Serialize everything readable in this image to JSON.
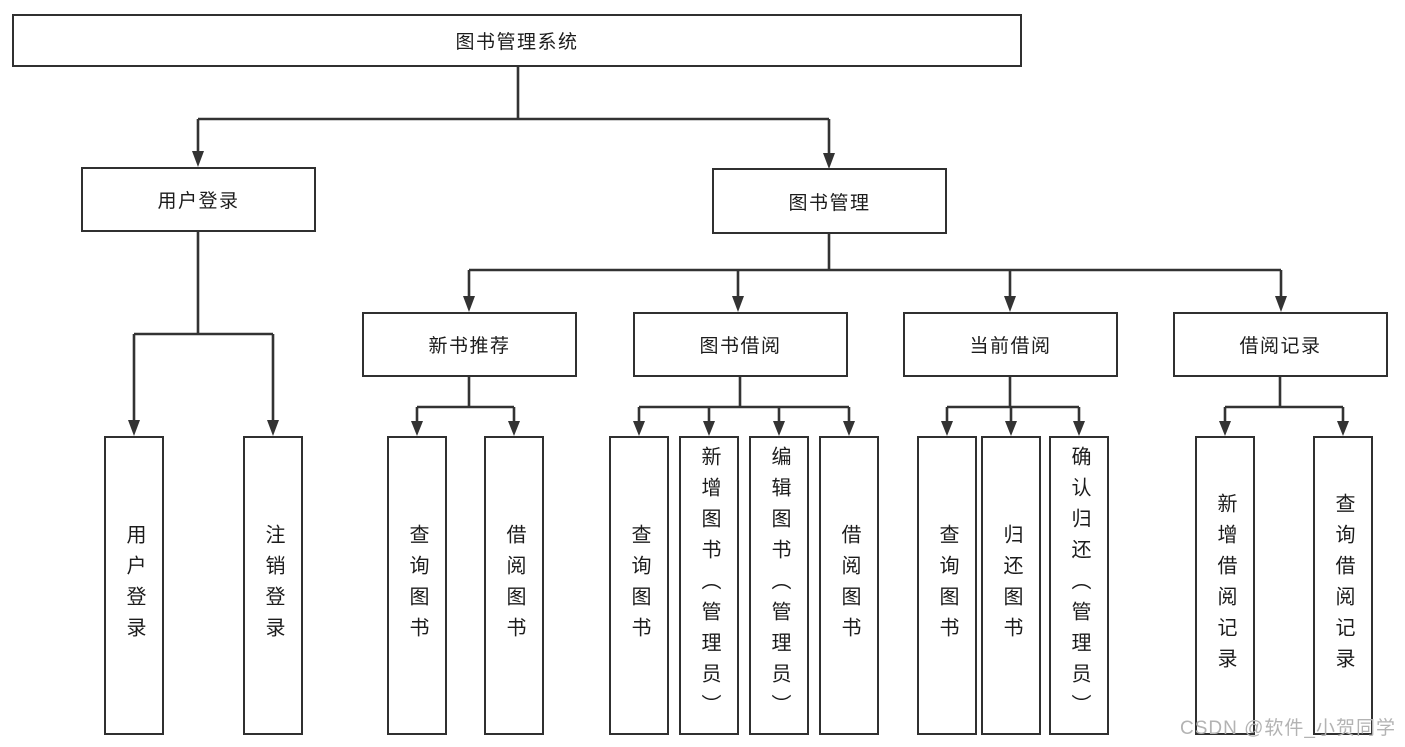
{
  "tree": {
    "label": "图书管理系统",
    "children": [
      {
        "id": "user-login",
        "label": "用户登录",
        "children": [
          {
            "id": "user-login-leaf",
            "label": "用户登录"
          },
          {
            "id": "logout",
            "label": "注销登录"
          }
        ]
      },
      {
        "id": "book-management",
        "label": "图书管理",
        "children": [
          {
            "id": "new-book-recommendation",
            "label": "新书推荐",
            "children": [
              {
                "id": "query-books",
                "label": "查询图书"
              },
              {
                "id": "borrow-books",
                "label": "借阅图书"
              }
            ]
          },
          {
            "id": "book-borrowing",
            "label": "图书借阅",
            "children": [
              {
                "id": "query-books",
                "label": "查询图书"
              },
              {
                "id": "add-books-admin",
                "label": "新增图书（管理员）"
              },
              {
                "id": "edit-books-admin",
                "label": "编辑图书（管理员）"
              },
              {
                "id": "borrow-books",
                "label": "借阅图书"
              }
            ]
          },
          {
            "id": "current-borrowing",
            "label": "当前借阅",
            "children": [
              {
                "id": "query-books",
                "label": "查询图书"
              },
              {
                "id": "return-books",
                "label": "归还图书"
              },
              {
                "id": "confirm-return-admin",
                "label": "确认归还（管理员）"
              }
            ]
          },
          {
            "id": "borrowing-records",
            "label": "借阅记录",
            "children": [
              {
                "id": "add-borrowing-record",
                "label": "新增借阅记录"
              },
              {
                "id": "query-borrowing-record",
                "label": "查询借阅记录"
              }
            ]
          }
        ]
      }
    ]
  },
  "watermark": "CSDN @软件_小贺同学",
  "colors": {
    "background": "#ffffff",
    "box_border": "#303030",
    "connector": "#333333",
    "text": "#1c1c1c",
    "watermark": "#b3b3b3"
  }
}
